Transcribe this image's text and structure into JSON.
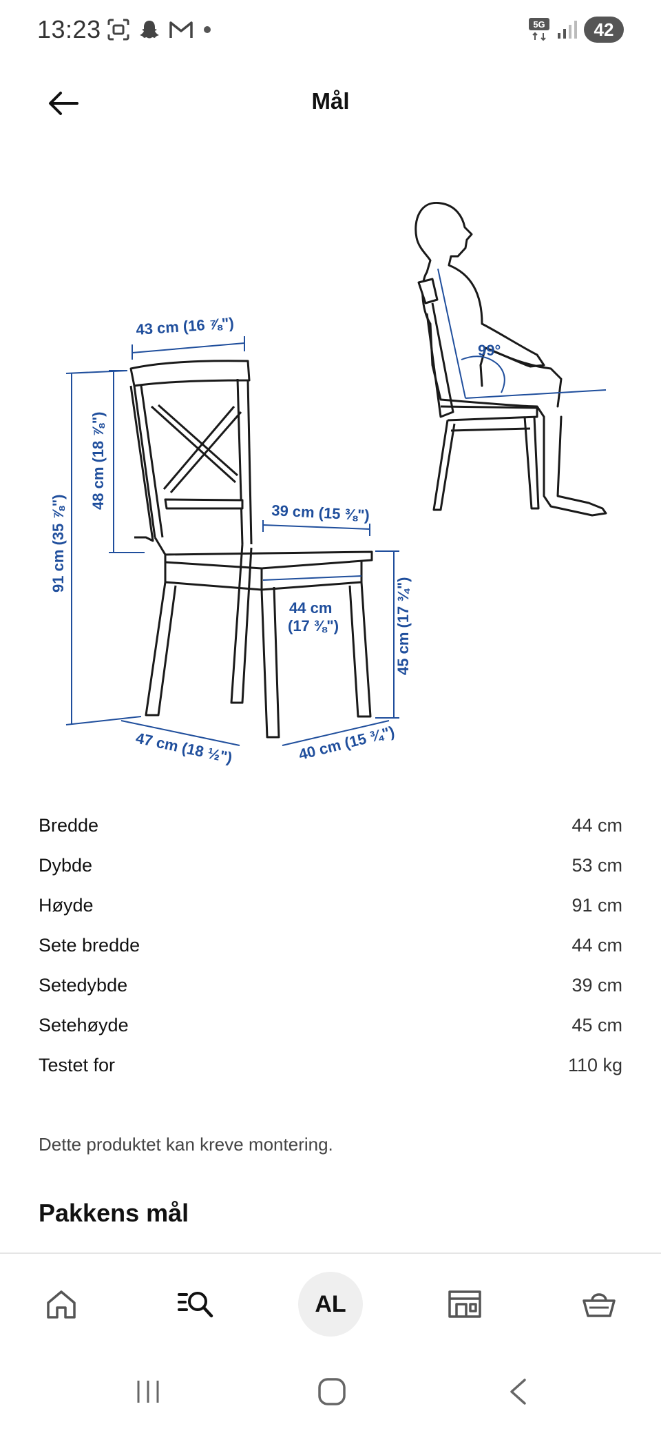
{
  "status_bar": {
    "time": "13:23",
    "network": "5G",
    "battery": "42",
    "icons": [
      "screenshot-icon",
      "snapchat-icon",
      "gmail-icon",
      "dot-icon",
      "signal-icon"
    ]
  },
  "header": {
    "title": "Mål",
    "back_icon": "arrow-left-icon"
  },
  "diagram": {
    "labels": {
      "width_top": "43 cm (16 ⅞\")",
      "backrest_height": "48 cm (18 ⅞\")",
      "total_height": "91 cm (35 ⅞\")",
      "seat_depth": "39 cm (15 ⅜\")",
      "seat_width_1": "44 cm",
      "seat_width_2": "(17 ⅜\")",
      "seat_height": "45 cm (17 ¾\")",
      "depth_bottom": "47 cm (18 ½\")",
      "width_bottom": "40 cm (15 ¾\")",
      "angle": "99°"
    }
  },
  "specs": [
    {
      "label": "Bredde",
      "value": "44 cm"
    },
    {
      "label": "Dybde",
      "value": "53 cm"
    },
    {
      "label": "Høyde",
      "value": "91 cm"
    },
    {
      "label": "Sete bredde",
      "value": "44 cm"
    },
    {
      "label": "Setedybde",
      "value": "39 cm"
    },
    {
      "label": "Setehøyde",
      "value": "45 cm"
    },
    {
      "label": "Testet for",
      "value": "110 kg"
    }
  ],
  "note": "Dette produktet kan kreve montering.",
  "section_title": "Pakkens mål",
  "bottom_nav": {
    "items": [
      "home-icon",
      "search-list-icon",
      "profile-avatar",
      "store-icon",
      "basket-icon"
    ],
    "avatar_initials": "AL"
  },
  "colors": {
    "dimension_blue": "#1f4e9c",
    "text": "#111111"
  }
}
